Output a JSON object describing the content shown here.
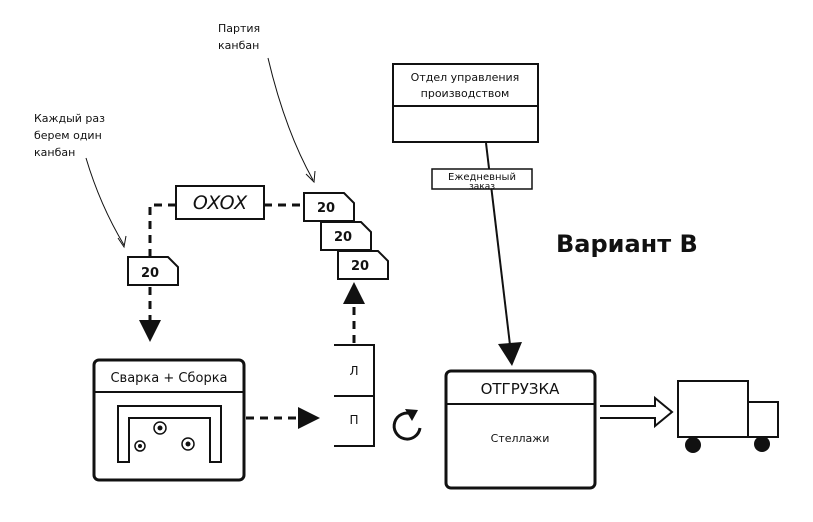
{
  "annotations": {
    "each_time_line1": "Каждый раз",
    "each_time_line2": "берем один",
    "each_time_line3": "канбан",
    "batch_line1": "Партия",
    "batch_line2": "канбан"
  },
  "oxox_label": "OXOX",
  "kanban_cards": {
    "single": "20",
    "stack1": "20",
    "stack2": "20",
    "stack3": "20"
  },
  "production_control": {
    "title_line1": "Отдел управления",
    "title_line2": "производством"
  },
  "daily_order": {
    "line1": "Ежедневный",
    "line2": "заказ"
  },
  "variant_title": "Вариант B",
  "welding_assembly": {
    "title": "Сварка + Сборка"
  },
  "heijunka_box": {
    "slot_top": "Л",
    "slot_bottom": "П"
  },
  "shipping": {
    "title": "ОТГРУЗКА",
    "content": "Стеллажи"
  }
}
